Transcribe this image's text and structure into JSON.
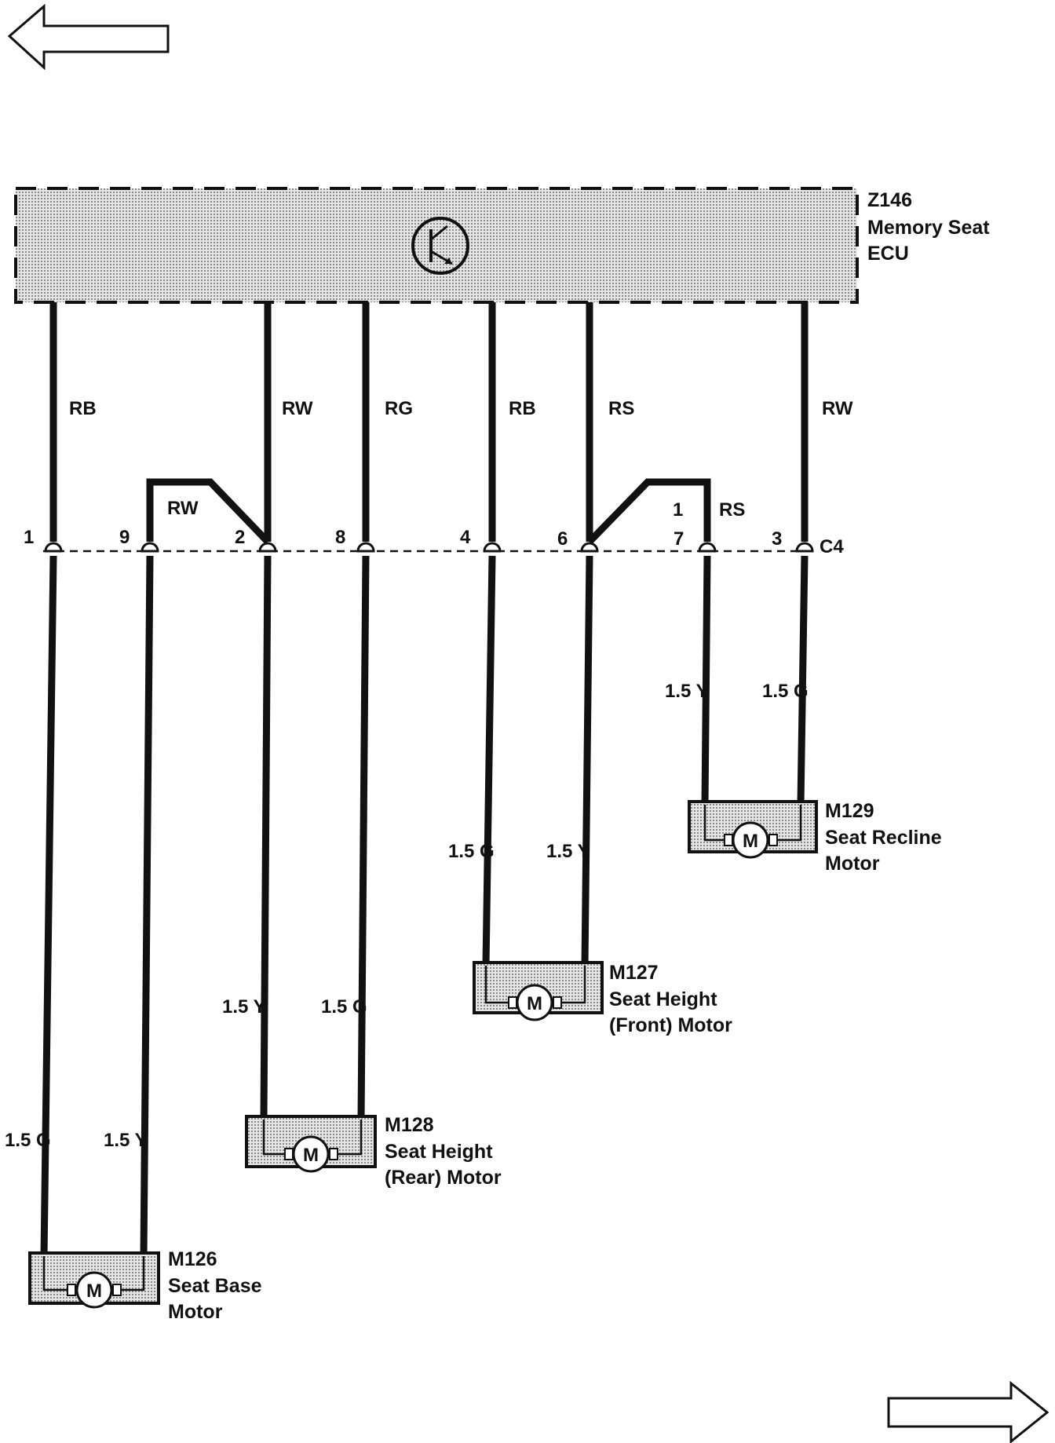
{
  "navigation": {
    "back_icon": "left-arrow-icon",
    "forward_icon": "right-arrow-icon"
  },
  "ecu": {
    "id": "Z146",
    "name_line1": "Memory Seat",
    "name_line2": "ECU",
    "icon": "transistor-icon"
  },
  "wire_colors_top": [
    "RB",
    "RW",
    "RG",
    "RB",
    "RS",
    "RW"
  ],
  "connector": {
    "id": "C4",
    "pins": [
      "1",
      "9",
      "2",
      "8",
      "4",
      "6",
      "7",
      "3"
    ],
    "jumper_left_color": "RW",
    "jumper_right_pin": "1",
    "jumper_right_color": "RS"
  },
  "motor_wires": {
    "m126_g": "1.5 G",
    "m126_y": "1.5 Y",
    "m128_y": "1.5 Y",
    "m128_g": "1.5 G",
    "m127_g": "1.5 G",
    "m127_y": "1.5 Y",
    "m129_y": "1.5 Y",
    "m129_g": "1.5 G"
  },
  "motors": [
    {
      "id": "M126",
      "line1": "Seat Base",
      "line2": "Motor",
      "symbol": "M"
    },
    {
      "id": "M128",
      "line1": "Seat Height",
      "line2": "(Rear) Motor",
      "symbol": "M"
    },
    {
      "id": "M127",
      "line1": "Seat Height",
      "line2": "(Front) Motor",
      "symbol": "M"
    },
    {
      "id": "M129",
      "line1": "Seat Recline",
      "line2": "Motor",
      "symbol": "M"
    }
  ]
}
